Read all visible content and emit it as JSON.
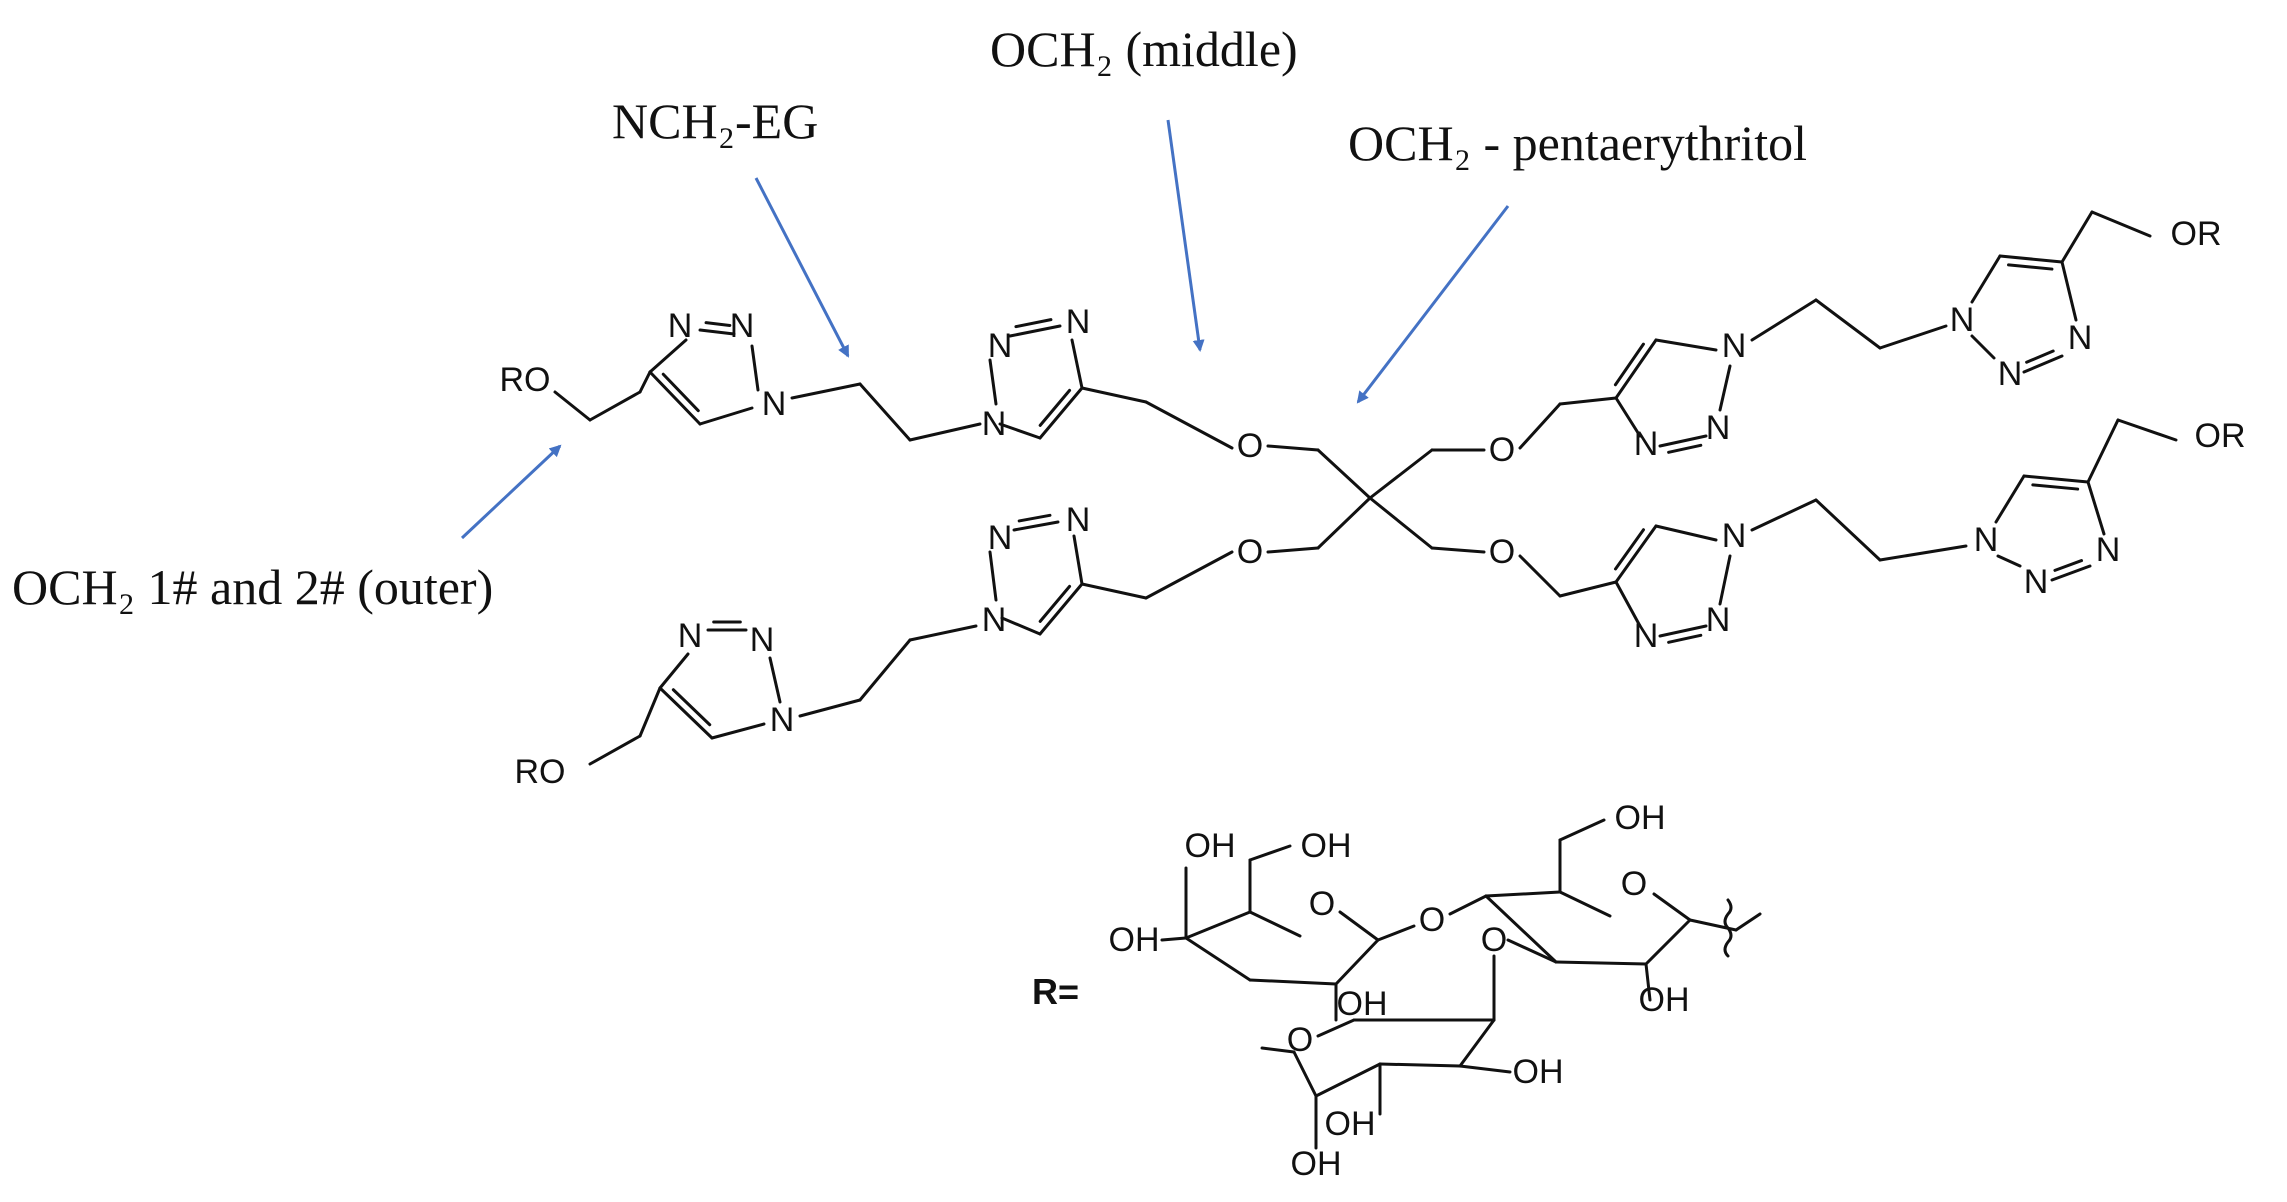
{
  "callouts": {
    "outer": "OCH₂ 1# and 2# (outer)",
    "nch2": "NCH₂-EG",
    "middle": "OCH₂ (middle)",
    "penta": "OCH₂ - pentaerythritol"
  },
  "atoms": {
    "ro": "RO",
    "or": "OR",
    "n": "N",
    "o": "O",
    "oh": "OH",
    "r_def": "R="
  },
  "colors": {
    "arrow": "#4472c4",
    "structure": "#111111"
  }
}
